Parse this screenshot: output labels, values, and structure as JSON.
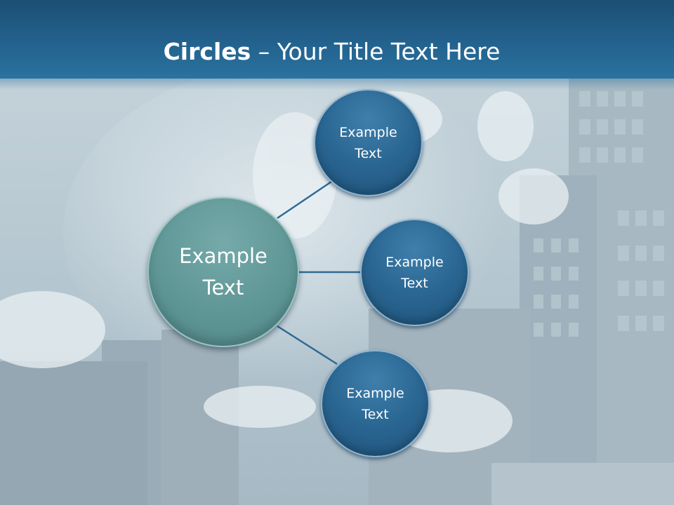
{
  "slide": {
    "title_bold": "Circles",
    "title_rest": " – Your Title Text Here"
  },
  "diagram": {
    "center": {
      "label": "Example Text"
    },
    "nodes": [
      {
        "label": "Example Text"
      },
      {
        "label": "Example Text"
      },
      {
        "label": "Example Text"
      }
    ]
  },
  "colors": {
    "header": "#23628e",
    "small_circle": "#2a6692",
    "center_circle": "#5f9696",
    "connector": "#2f6a94"
  }
}
